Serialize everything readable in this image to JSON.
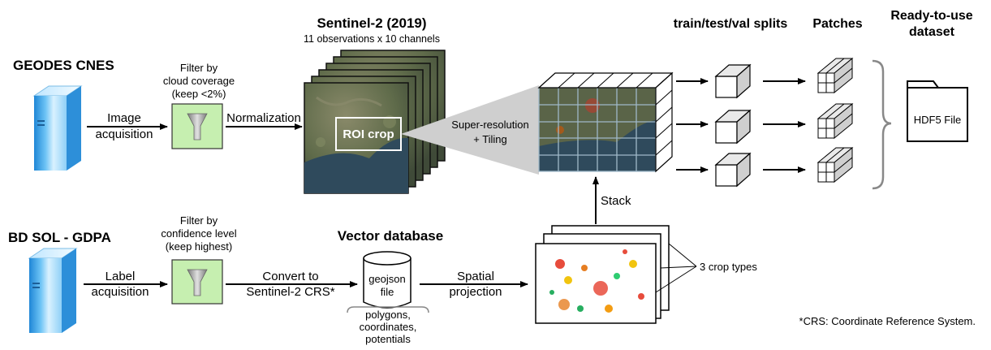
{
  "top_source": {
    "title": "GEODES CNES",
    "edge_label_1": "Image",
    "edge_label_2": "acquisition"
  },
  "top_filter": {
    "line1": "Filter by",
    "line2": "cloud coverage",
    "line3": "(keep <2%)"
  },
  "normalization_label": "Normalization",
  "sentinel": {
    "title": "Sentinel-2 (2019)",
    "subtitle": "11 observations x 10 channels",
    "roi_label": "ROI crop"
  },
  "super_resolution": {
    "line1": "Super-resolution",
    "line2": "+ Tiling"
  },
  "stack_label": "Stack",
  "splits_title": "train/test/val splits",
  "patches_title": "Patches",
  "dataset": {
    "title_line1": "Ready-to-use",
    "title_line2": "dataset",
    "file_label": "HDF5 File"
  },
  "bottom_source": {
    "title": "BD SOL - GDPA",
    "edge_label_1": "Label",
    "edge_label_2": "acquisition"
  },
  "bottom_filter": {
    "line1": "Filter by",
    "line2": "confidence level",
    "line3": "(keep highest)"
  },
  "convert": {
    "line1": "Convert to",
    "line2": "Sentinel-2 CRS*"
  },
  "vector_db": {
    "title": "Vector database",
    "line1": "geojson",
    "line2": "file"
  },
  "vector_notes": {
    "line1": "polygons,",
    "line2": "coordinates,",
    "line3": "potentials"
  },
  "spatial": {
    "line1": "Spatial",
    "line2": "projection"
  },
  "crop_types_label": "3 crop types",
  "footnote": "*CRS: Coordinate Reference System.",
  "colors": {
    "filter_fill": "#c6efb0",
    "server_blue": "#3aa0e6",
    "grid_blue": "#9fb8c8",
    "sea_dark": "#2f4a5c",
    "land": "#6d7555"
  }
}
